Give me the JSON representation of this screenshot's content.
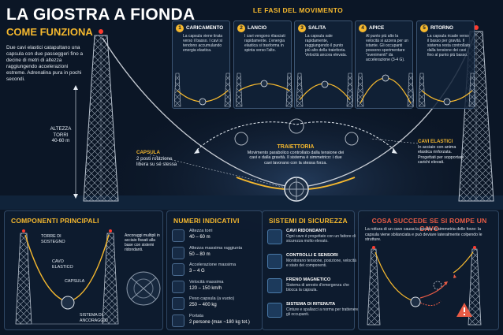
{
  "header": {
    "title": "LA GIOSTRA A FIONDA",
    "subtitle": "COME FUNZIONA",
    "intro": "Due cavi elastici catapultano una capsula con due passeggeri fino a decine di metri di altezza raggiungendo accelerazioni estreme. Adrenalina pura in pochi secondi."
  },
  "main_scene": {
    "tower_height_label": "ALTEZZA TORRI",
    "tower_height_value": "40-60 m",
    "capsule_title": "CAPSULA",
    "capsule_desc": "2 posti rotazione libera su sé stessa",
    "trajectory_title": "TRAIETTORIA",
    "trajectory_desc": "Movimento parabolico controllato dalla tensione dei cavi e dalla gravità. Il sistema è simmetrico: i due cavi lavorano con la stessa forza.",
    "cables_title": "CAVI ELASTICI",
    "cables_desc": "In acciaio con anima elastica rinforzata. Progettati per sopportare carichi elevati."
  },
  "phases": {
    "title": "LE FASI DEL MOVIMENTO",
    "items": [
      {
        "num": "1",
        "name": "CARICAMENTO",
        "desc": "La capsula viene tirata verso il basso. I cavi si tendono accumulando energia elastica."
      },
      {
        "num": "2",
        "name": "LANCIO",
        "desc": "I cavi vengono rilasciati rapidamente. L'energia elastica si trasforma in spinta verso l'alto."
      },
      {
        "num": "3",
        "name": "SALITA",
        "desc": "La capsula sale rapidamente, raggiungendo il punto più alto della traiettoria. Velocità ancora elevata."
      },
      {
        "num": "4",
        "name": "APICE",
        "desc": "Al punto più alto la velocità si azzera per un istante. Gli occupanti possono sperimentare \"svenimenti\" da accelerazione (3-4 G)."
      },
      {
        "num": "5",
        "name": "RITORNO",
        "desc": "La capsula ricade verso il basso per gravità. Il sistema resta controllato dalla tensione dei cavi fino al punto più basso."
      }
    ]
  },
  "components": {
    "title": "COMPONENTI PRINCIPALI",
    "tower_label": "TORRE DI SOSTEGNO",
    "cable_label": "CAVO ELASTICO",
    "capsule_label": "CAPSULA",
    "anchor_label": "SISTEMA DI ANCORAGGIO",
    "anchor_desc": "Ancoraggi multipli in acciaio fissati alla base con sistemi ridondanti."
  },
  "numbers": {
    "title": "NUMERI INDICATIVI",
    "items": [
      {
        "label": "Altezza torri",
        "value": "40 – 60 m"
      },
      {
        "label": "Altezza massima raggiunta",
        "value": "50 – 80 m"
      },
      {
        "label": "Accelerazione massima",
        "value": "3 – 4 G"
      },
      {
        "label": "Velocità massima",
        "value": "120 – 150 km/h"
      },
      {
        "label": "Peso capsula (a vuoto)",
        "value": "250 – 400 kg"
      },
      {
        "label": "Portata",
        "value": "2 persone (max ~180 kg tot.)"
      }
    ]
  },
  "safety": {
    "title": "SISTEMI DI SICUREZZA",
    "items": [
      {
        "name": "CAVI RIDONDANTI",
        "desc": "Ogni cavo è progettato con un fattore di sicurezza molto elevato.",
        "icon": "shield-icon"
      },
      {
        "name": "CONTROLLI E SENSORI",
        "desc": "Monitorano tensione, posizione, velocità e stato dei componenti.",
        "icon": "sensor-icon"
      },
      {
        "name": "FRENO MAGNETICO",
        "desc": "Sistema di arresto d'emergenza che blocca la capsula.",
        "icon": "magnet-icon"
      },
      {
        "name": "SISTEMA DI RITENUTA",
        "desc": "Cinture e spallacci a norma per trattenere gli occupanti.",
        "icon": "seatbelt-icon"
      }
    ]
  },
  "failure": {
    "title": "COSA SUCCEDE SE SI ROMPE UN CAVO",
    "desc": "La rottura di un cavo causa la perdita di simmetria delle forze: la capsula viene sbilanciata e può deviare lateralmente colpendo le strutture."
  },
  "colors": {
    "accent": "#f5b82e",
    "danger": "#e85b45",
    "background": "#0b1626"
  }
}
